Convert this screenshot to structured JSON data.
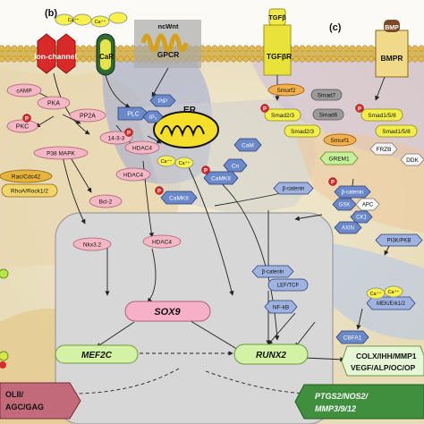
{
  "panel_labels": {
    "b": "(b)",
    "c": "(c)"
  },
  "membrane": {
    "ion_channel": "Ion-channel",
    "car": "CaR",
    "ncwnt": "ncWnt",
    "gpcr": "GPCR",
    "tgfb": "TGFβ",
    "tgfbr": "TGFβR",
    "bmp": "BMP",
    "bmpr": "BMPR",
    "ca": "Ca⁺⁺"
  },
  "nodes": {
    "camp": "cAMP",
    "pka": "PKA",
    "pkc": "PKC",
    "pp2a": "PP2A",
    "p38": "P38 MAPK",
    "rac": "Rac/Cdc42",
    "rho": "RhoA/Rock1/2",
    "bcl2": "Bcl-2",
    "plc": "PLC",
    "pip": "PIP",
    "ip3": "IP₃",
    "er": "ER",
    "p1433": "14-3-3",
    "hdac4a": "HDAC4",
    "hdac4b": "HDAC4",
    "cam": "CaM",
    "cn": "Cn",
    "camkii_a": "CaMKII",
    "camkii_b": "CaMKII",
    "smurf2": "Smurf2",
    "smad7": "Smad7",
    "smad6": "Smad6",
    "smad23_p": "Smad2/3",
    "smad23": "Smad2/3",
    "smad158_p": "Smad1/5/8",
    "smad158": "Smad1/5/8",
    "smurf1": "Smurf1",
    "frzb": "FRZB",
    "ddk": "DDK",
    "grem1": "GREM1",
    "bcat": "β-catenin",
    "bcat_p": "β-catenin",
    "gsk": "GSK",
    "apc": "APC",
    "ck1": "CK1",
    "axin": "AXIN",
    "pi3k": "PI3K/PKB",
    "bcat_nuc": "β-catenin",
    "lef": "LEF/TCF",
    "nfkb": "NF-kB",
    "mek": "MEK/Erk1/2",
    "cbfa1": "CBFA1",
    "nkx": "Nkx3.2",
    "hdac4_nuc": "HDAC4",
    "sox9": "SOX9",
    "mef2c": "MEF2C",
    "runx2": "RUNX2",
    "p": "P"
  },
  "outputs": {
    "colx": "COLX/IHH/MMP1",
    "vegf": "VEGF/ALP/OC/OP",
    "ptgs": "PTGS2/NOS2/",
    "mmp": "MMP3/9/12",
    "col2a": "OLII/",
    "col2b": "AGC/GAG"
  },
  "colors": {
    "membrane": "#c9a64a",
    "nucleus": "#d9d9d9",
    "pink_node": "#f4b7c4",
    "blue_node": "#6b88c8",
    "yellow_node": "#f3ef4a",
    "green_node": "#c7f09a",
    "output_green": "#3f8f3f"
  }
}
